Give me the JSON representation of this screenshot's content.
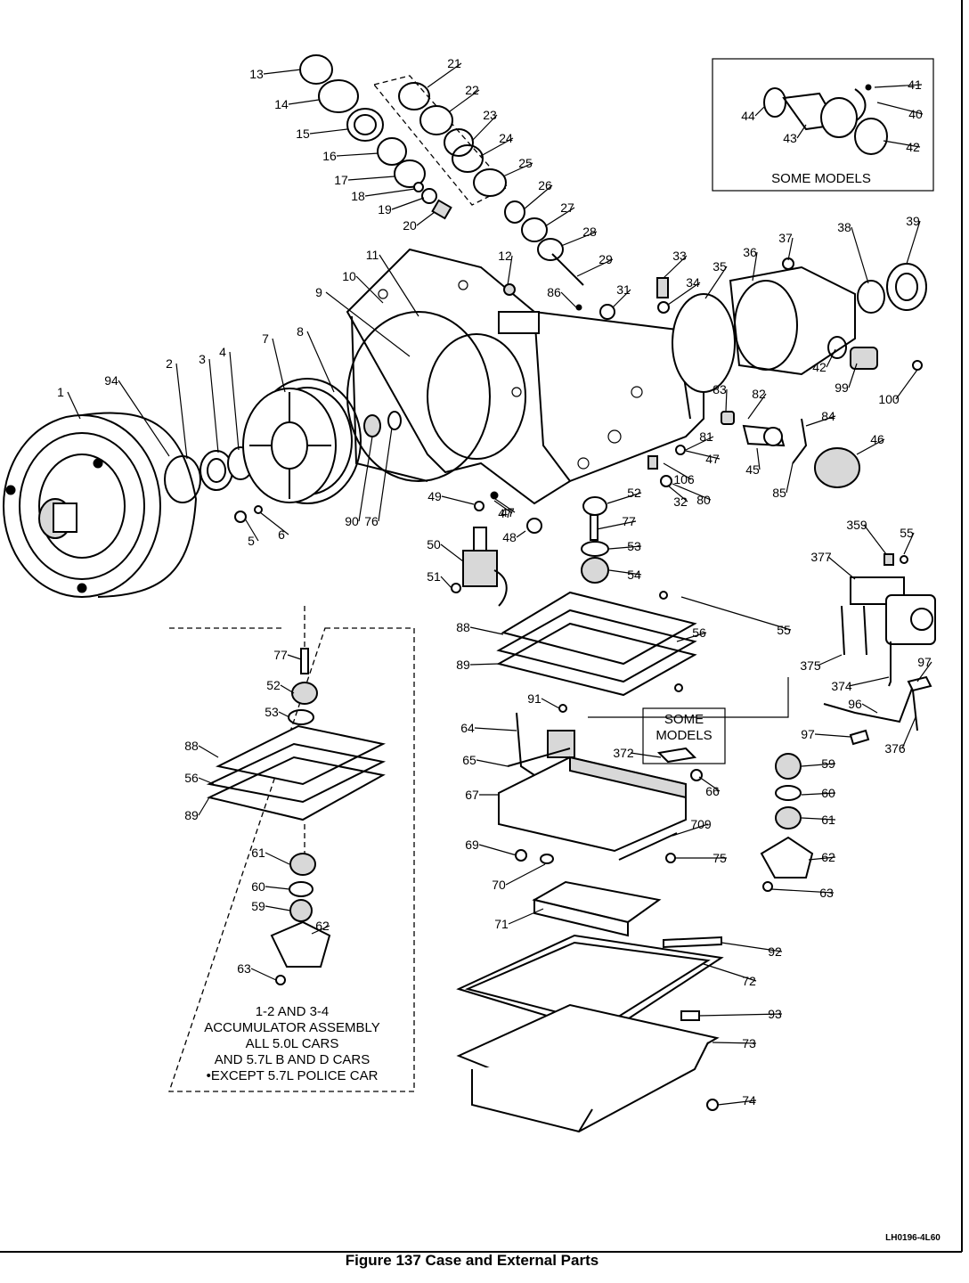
{
  "figure": {
    "caption": "Figure 137 Case and External Parts",
    "reference_code": "LH0196-4L60"
  },
  "boxes": {
    "some_models_top": "SOME MODELS",
    "some_models_mid_line1": "SOME",
    "some_models_mid_line2": "MODELS",
    "accumulator_line1": "1-2 AND 3-4",
    "accumulator_line2": "ACCUMULATOR ASSEMBLY",
    "accumulator_line3": "ALL 5.0L CARS",
    "accumulator_line4": "AND 5.7L B AND D CARS",
    "accumulator_line5": "•EXCEPT 5.7L POLICE CAR"
  },
  "callouts": [
    "1",
    "2",
    "3",
    "4",
    "5",
    "6",
    "7",
    "8",
    "9",
    "10",
    "11",
    "12",
    "13",
    "14",
    "15",
    "16",
    "17",
    "18",
    "19",
    "20",
    "21",
    "22",
    "23",
    "24",
    "25",
    "26",
    "27",
    "28",
    "29",
    "31",
    "32",
    "33",
    "34",
    "35",
    "36",
    "37",
    "38",
    "39",
    "40",
    "41",
    "42",
    "42",
    "43",
    "44",
    "45",
    "46",
    "47",
    "47",
    "47",
    "48",
    "49",
    "50",
    "51",
    "52",
    "52",
    "53",
    "53",
    "54",
    "55",
    "55",
    "56",
    "56",
    "59",
    "59",
    "60",
    "60",
    "61",
    "61",
    "62",
    "62",
    "63",
    "63",
    "64",
    "65",
    "66",
    "67",
    "69",
    "70",
    "71",
    "72",
    "73",
    "74",
    "75",
    "76",
    "77",
    "77",
    "80",
    "81",
    "82",
    "83",
    "84",
    "85",
    "86",
    "88",
    "88",
    "89",
    "89",
    "90",
    "91",
    "92",
    "93",
    "94",
    "96",
    "97",
    "97",
    "99",
    "100",
    "106",
    "359",
    "372",
    "374",
    "375",
    "376",
    "377",
    "709"
  ]
}
